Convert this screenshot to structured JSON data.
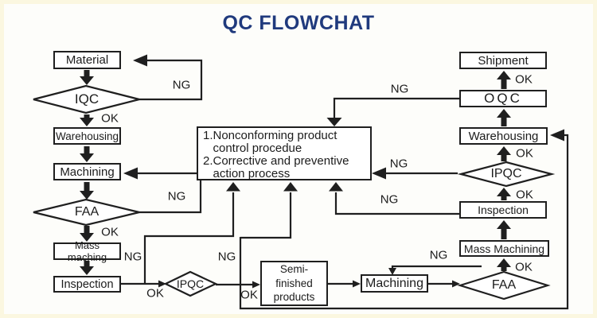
{
  "title": {
    "text": "QC FLOWCHAT",
    "color": "#203a7d"
  },
  "labels": {
    "ng": "NG",
    "ok": "OK"
  },
  "nodes": {
    "material": "Material",
    "iqc": "IQC",
    "warehousing_left": "Warehousing",
    "machining_left": "Machining",
    "faa_left": "FAA",
    "mass_maching": "Mass maching",
    "inspection_left": "Inspection",
    "ipqc_bottom": "IPQC",
    "semi_finished": "Semi-\nfinished\nproducts",
    "machining_bottom": "Machining",
    "faa_right": "FAA",
    "mass_machining": "Mass Machining",
    "inspection_right": "Inspection",
    "ipqc_right": "IPQC",
    "warehousing_right": "Warehousing",
    "oqc": "OQC",
    "shipment": "Shipment",
    "central": "1.Nonconforming product\n   control procedue\n2.Corrective and preventive\n   action process"
  },
  "colors": {
    "line": "#1f1f1f",
    "box_fill": "#ffffff",
    "background": "#fdfdfa"
  }
}
